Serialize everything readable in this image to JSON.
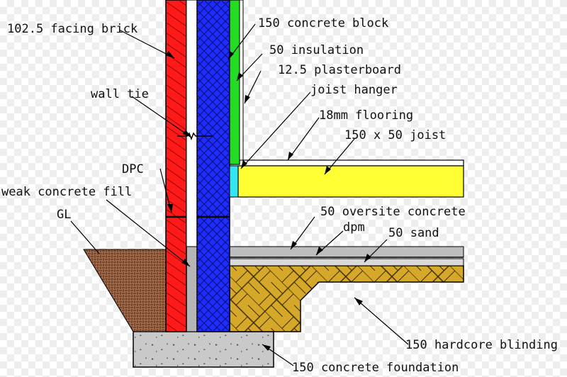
{
  "labels": {
    "facing_brick": "102.5 facing brick",
    "wall_tie": "wall tie",
    "dpc": "DPC",
    "weak_concrete_fill": "weak concrete fill",
    "gl": "GL",
    "concrete_block": "150 concrete block",
    "insulation": "50 insulation",
    "plasterboard": "12.5 plasterboard",
    "joist_hanger": "joist hanger",
    "flooring": "18mm flooring",
    "joist": "150 x 50 joist",
    "oversite_concrete": "50 oversite concrete",
    "dpm": "dpm",
    "sand": "50 sand",
    "hardcore_blinding": "150 hardcore blinding",
    "concrete_foundation": "150 concrete foundation"
  },
  "colors": {
    "facing_brick": "#ff1a1a",
    "concrete_block": "#1f2bff",
    "insulation": "#22dd22",
    "joist": "#ffff33",
    "joist_hanger": "#33e5f0",
    "hardcore": "#d6a82a",
    "ground": "#a86b4a",
    "concrete": "#bdbdbd",
    "sand": "#d9d9d9",
    "outline": "#000000"
  }
}
